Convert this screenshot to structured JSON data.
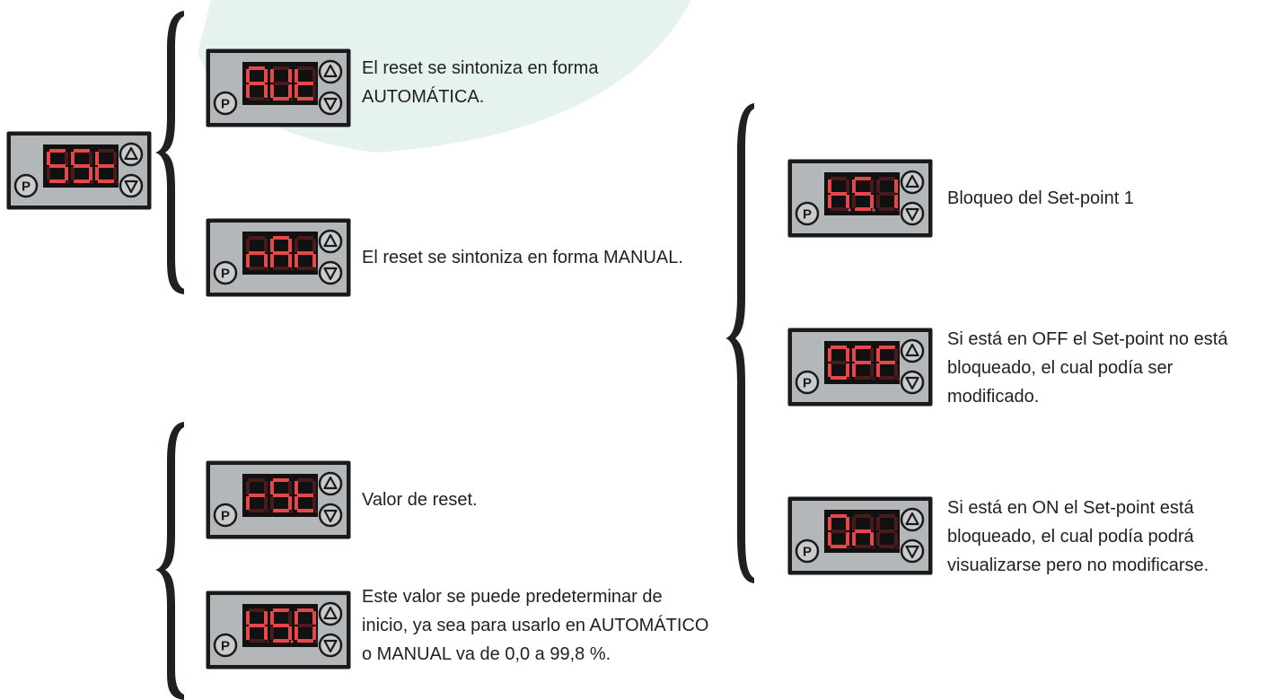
{
  "colors": {
    "background_shape": "#e5f2f0",
    "panel_outer": "#1a1a1a",
    "panel_face": "#b4b7ba",
    "display_window": "#111111",
    "digit_on": "#e8474a",
    "digit_off": "#4a1a1c",
    "button_fill": "#c9cbcd",
    "text": "#231f20"
  },
  "icons": {
    "program_button": "p-button-icon",
    "up_button": "up-arrow-icon",
    "down_button": "down-arrow-icon"
  },
  "button_labels": {
    "program": "P"
  },
  "controllers": [
    {
      "id": "stt",
      "digits": [
        {
          "segs": "acdfg",
          "dot": false
        },
        {
          "segs": "acdfg",
          "dot": false
        },
        {
          "segs": "defg",
          "dot": false
        }
      ]
    },
    {
      "id": "aut",
      "digits": [
        {
          "segs": "abcefg",
          "dot": false
        },
        {
          "segs": "bcdef",
          "dot": false
        },
        {
          "segs": "defg",
          "dot": false
        }
      ],
      "description": [
        "El reset se sintoniza en forma",
        "AUTOMÁTICA."
      ]
    },
    {
      "id": "man",
      "digits": [
        {
          "segs": "ceg",
          "dot": false
        },
        {
          "segs": "abcefg",
          "dot": false
        },
        {
          "segs": "ceg",
          "dot": false
        }
      ],
      "description": [
        "El reset se sintoniza en forma MANUAL."
      ]
    },
    {
      "id": "rst",
      "digits": [
        {
          "segs": "eg",
          "dot": false
        },
        {
          "segs": "acdfg",
          "dot": false
        },
        {
          "segs": "defg",
          "dot": false
        }
      ],
      "description": [
        "Valor de reset."
      ]
    },
    {
      "id": "value",
      "digits": [
        {
          "segs": "bcefg",
          "dot": false
        },
        {
          "segs": "acdfg",
          "dot": true
        },
        {
          "segs": "abcdef",
          "dot": false
        }
      ],
      "description": [
        "Este valor se puede predeterminar de",
        "inicio, ya sea para usarlo en AUTOMÁTICO",
        "o MANUAL va de 0,0 a 99,8 %."
      ]
    },
    {
      "id": "block",
      "digits": [
        {
          "segs": "cefg",
          "dot": true
        },
        {
          "segs": "acdfg",
          "dot": true
        },
        {
          "segs": "bc",
          "dot": false
        }
      ],
      "description": [
        "Bloqueo del Set-point 1"
      ]
    },
    {
      "id": "off",
      "digits": [
        {
          "segs": "abcdef",
          "dot": false
        },
        {
          "segs": "aefg",
          "dot": false
        },
        {
          "segs": "aefg",
          "dot": false
        }
      ],
      "description": [
        "Si está en OFF el Set-point no está",
        "bloqueado, el cual podía ser",
        "modificado."
      ]
    },
    {
      "id": "on",
      "digits": [
        {
          "segs": "abcdef",
          "dot": false
        },
        {
          "segs": "ceg",
          "dot": false
        },
        {
          "segs": "",
          "dot": false
        }
      ],
      "description": [
        "Si está en ON el Set-point está",
        "bloqueado, el cual podía podrá",
        "visualizarse pero no modificarse."
      ]
    }
  ]
}
